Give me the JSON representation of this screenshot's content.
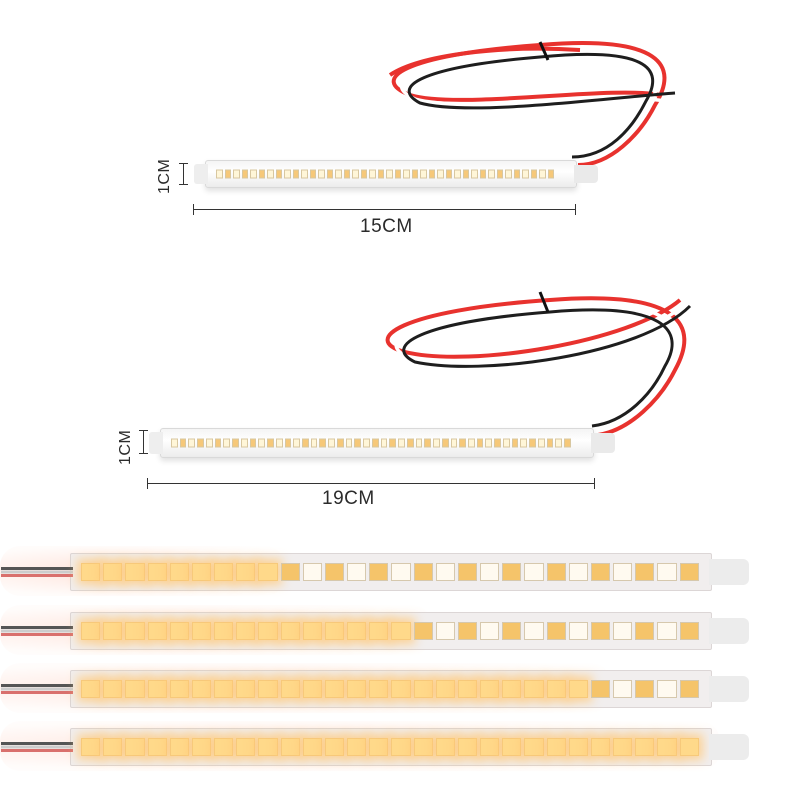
{
  "product": {
    "description": "Sequential LED strip light (amber/white) with 3-wire lead",
    "colors": {
      "strip_body": "#f4f4f4",
      "led_white": "#fff6d8",
      "led_amber": "#f6c879",
      "wire_red": "#e8322e",
      "wire_black": "#1e1e1e",
      "wire_white": "#ffffff",
      "glow": "#ffd2b4"
    }
  },
  "variants": [
    {
      "length_label": "15CM",
      "width_label": "1CM",
      "led_count": 40
    },
    {
      "length_label": "19CM",
      "width_label": "1CM",
      "led_count": 46
    }
  ],
  "demo_strips": [
    {
      "lit_fraction": 0.32
    },
    {
      "lit_fraction": 0.55
    },
    {
      "lit_fraction": 0.83
    },
    {
      "lit_fraction": 1.0
    }
  ]
}
